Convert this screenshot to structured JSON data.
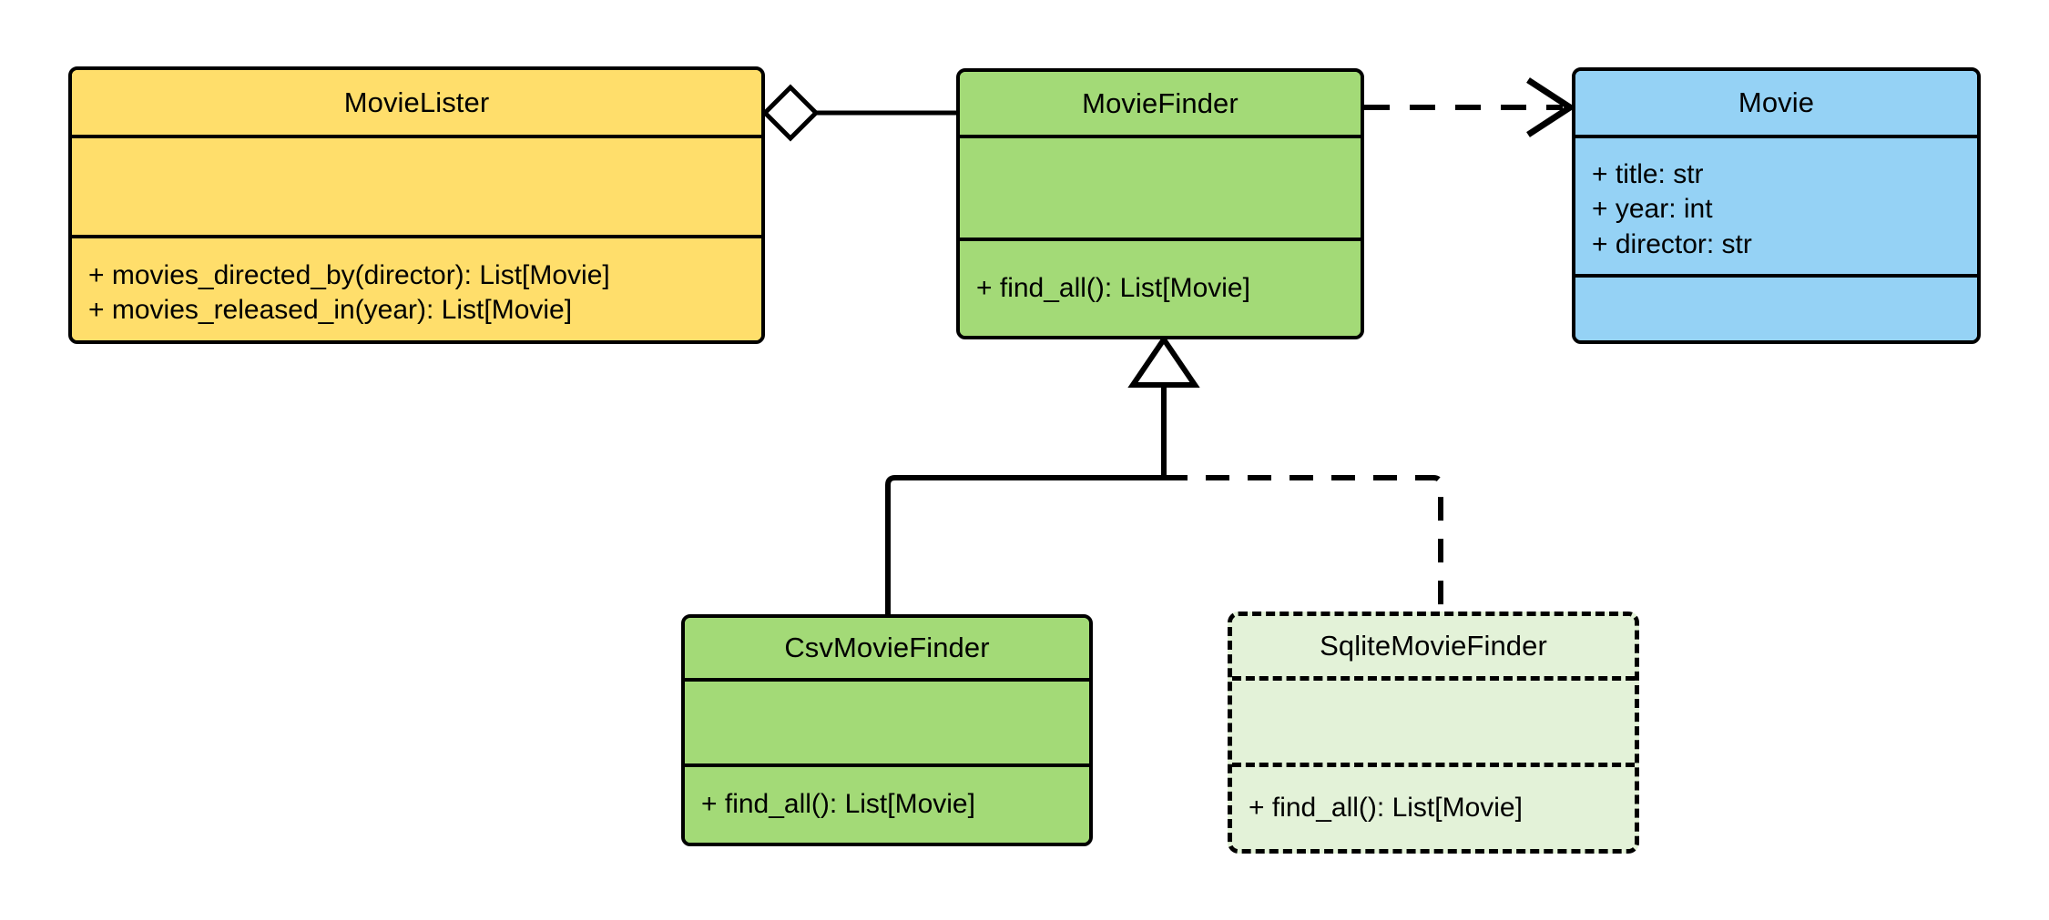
{
  "diagram": {
    "title": "MovieLister dependency injection UML class diagram",
    "type": "uml-class-diagram",
    "background": "#ffffff",
    "stroke": "#000000"
  },
  "palette": {
    "yellow": "#ffde6b",
    "green": "#a3da77",
    "blue": "#95d2f5",
    "light_green": "#e3f2d8",
    "white": "#ffffff",
    "black": "#000000"
  },
  "classes": {
    "movie_lister": {
      "name": "MovieLister",
      "fill": "#ffde6b",
      "border_style": "solid",
      "attributes": [],
      "methods": [
        "+ movies_directed_by(director): List[Movie]",
        "+ movies_released_in(year): List[Movie]"
      ]
    },
    "movie_finder": {
      "name": "MovieFinder",
      "fill": "#a3da77",
      "border_style": "solid",
      "attributes": [],
      "methods": [
        "+ find_all(): List[Movie]"
      ]
    },
    "movie": {
      "name": "Movie",
      "fill": "#95d2f5",
      "border_style": "solid",
      "attributes": [
        "+ title: str",
        "+ year: int",
        "+ director: str"
      ],
      "methods": []
    },
    "csv_movie_finder": {
      "name": "CsvMovieFinder",
      "fill": "#a3da77",
      "border_style": "solid",
      "attributes": [],
      "methods": [
        "+ find_all(): List[Movie]"
      ]
    },
    "sqlite_movie_finder": {
      "name": "SqliteMovieFinder",
      "fill": "#e3f2d8",
      "border_style": "dashed",
      "attributes": [],
      "methods": [
        "+ find_all(): List[Movie]"
      ]
    }
  },
  "relationships": [
    {
      "id": "aggregation-lister-finder",
      "type": "aggregation",
      "from": "MovieLister",
      "to": "MovieFinder",
      "line_style": "solid",
      "source_marker": "hollow-diamond",
      "target_marker": "none"
    },
    {
      "id": "dependency-finder-movie",
      "type": "dependency",
      "from": "MovieFinder",
      "to": "Movie",
      "line_style": "dashed",
      "source_marker": "none",
      "target_marker": "open-arrow"
    },
    {
      "id": "generalization-csv-finder",
      "type": "generalization",
      "from": "CsvMovieFinder",
      "to": "MovieFinder",
      "line_style": "solid",
      "source_marker": "none",
      "target_marker": "hollow-triangle"
    },
    {
      "id": "generalization-sqlite-finder",
      "type": "generalization",
      "from": "SqliteMovieFinder",
      "to": "MovieFinder",
      "line_style": "dashed",
      "source_marker": "none",
      "target_marker": "hollow-triangle"
    }
  ]
}
